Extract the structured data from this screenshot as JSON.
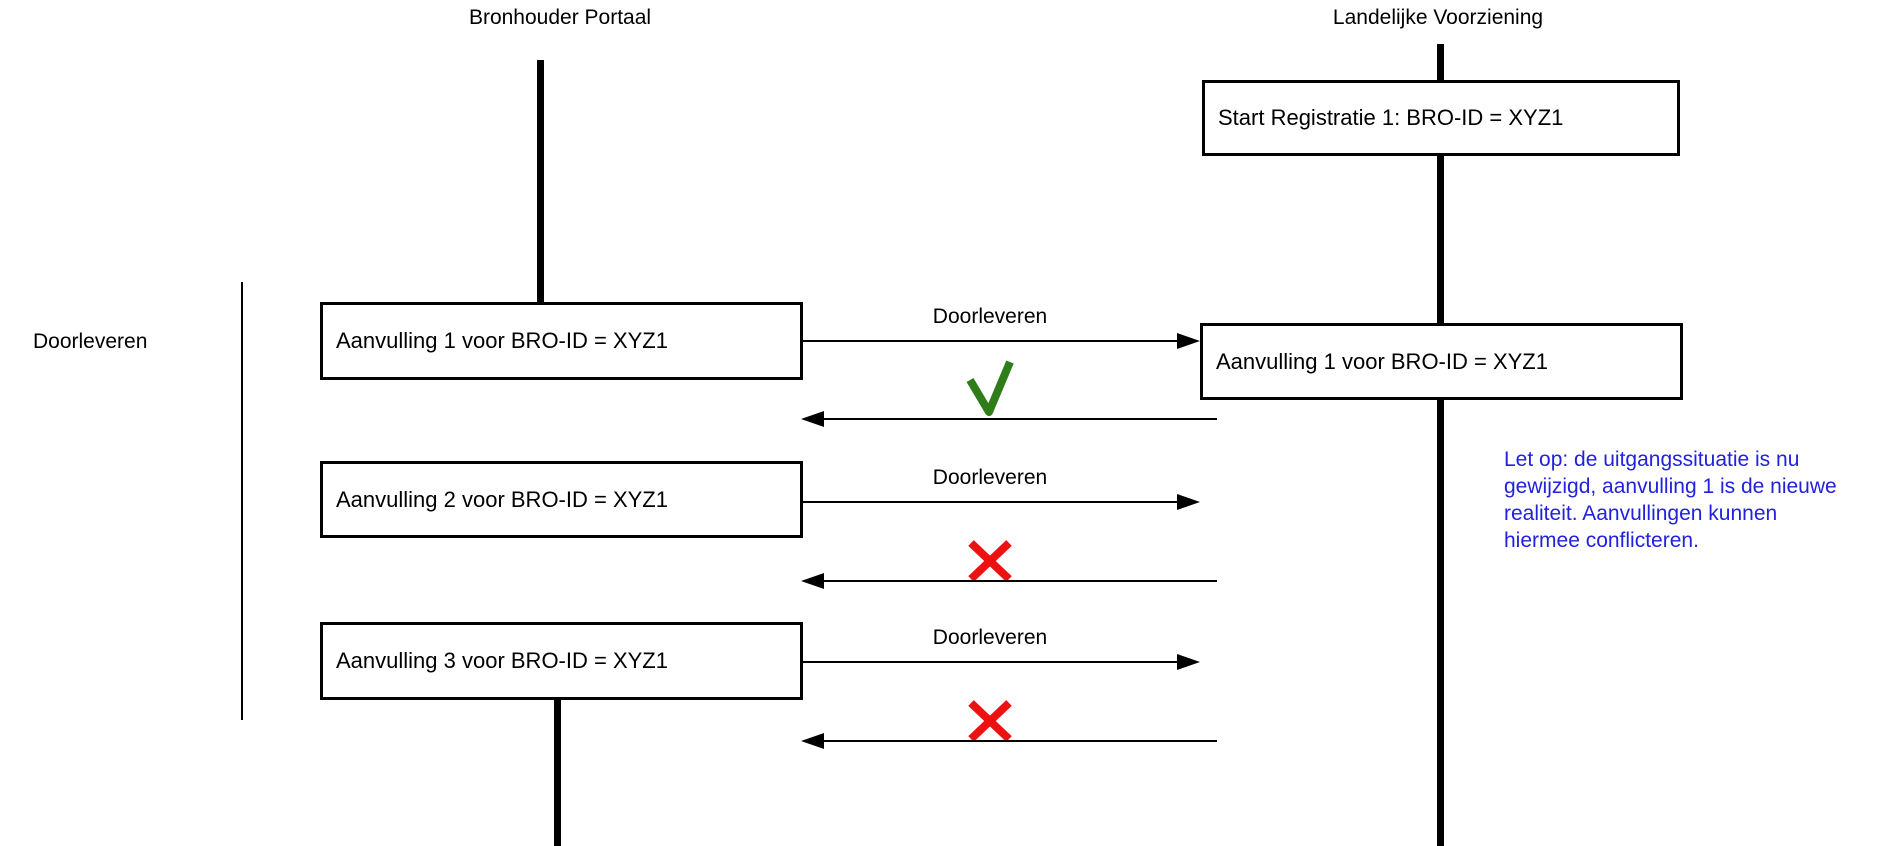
{
  "diagram": {
    "actors": {
      "left": "Bronhouder Portaal",
      "right": "Landelijke Voorziening"
    },
    "start_box_label": "Start Registratie 1: BRO-ID = XYZ1",
    "group_label": "Doorleveren",
    "left_boxes": [
      "Aanvulling 1 voor BRO-ID = XYZ1",
      "Aanvulling 2 voor BRO-ID = XYZ1",
      "Aanvulling 3 voor BRO-ID = XYZ1"
    ],
    "right_box_label": "Aanvulling 1 voor BRO-ID = XYZ1",
    "messages": [
      {
        "label": "Doorleveren",
        "result": "success",
        "result_icon": "check-icon"
      },
      {
        "label": "Doorleveren",
        "result": "rejected",
        "result_icon": "cross-icon"
      },
      {
        "label": "Doorleveren",
        "result": "rejected",
        "result_icon": "cross-icon"
      }
    ],
    "note_lines": [
      "Let op: de uitgangssituatie is nu",
      "gewijzigd, aanvulling 1 is de nieuwe",
      "realiteit. Aanvullingen kunnen",
      "hiermee conflicteren."
    ],
    "colors": {
      "line_black": "#000000",
      "success_green": "#2e7d19",
      "error_red": "#ee1111",
      "note_blue": "#2121de",
      "background": "#ffffff"
    }
  }
}
